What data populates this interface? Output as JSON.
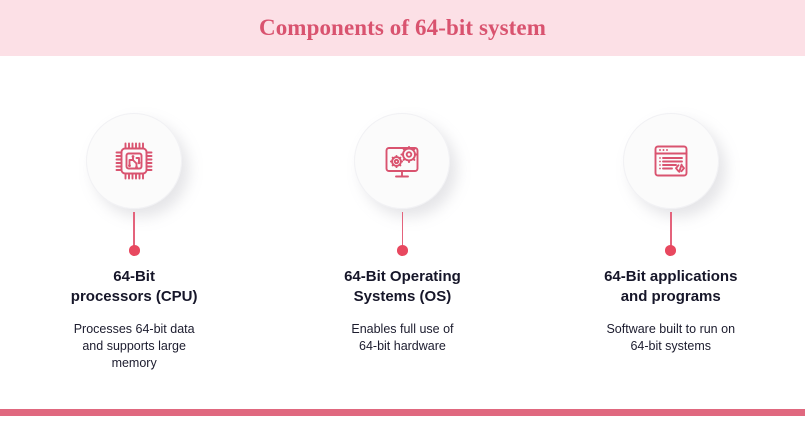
{
  "header": {
    "title": "Components of 64-bit system",
    "band_color": "#fce0e6",
    "title_color": "#d9536f"
  },
  "theme": {
    "accent": "#e8485f",
    "connector_line": "#e4637c",
    "icon_stroke": "#d9536f",
    "text_color": "#161629",
    "badge_background": "#fbfbfb",
    "page_background": "#ffffff",
    "bottom_bar": "#e0687f"
  },
  "components": [
    {
      "icon": "cpu-chip-icon",
      "title": "64-Bit\nprocessors (CPU)",
      "title_line1": "64-Bit",
      "title_line2": "processors (CPU)",
      "description": "Processes 64-bit data and supports large memory",
      "desc_line1": "Processes 64-bit data",
      "desc_line2": "and supports large",
      "desc_line3": "memory"
    },
    {
      "icon": "monitor-gears-icon",
      "title": "64-Bit Operating\nSystems (OS)",
      "title_line1": "64-Bit Operating",
      "title_line2": "Systems (OS)",
      "description": "Enables full use of 64-bit hardware",
      "desc_line1": "Enables full use of",
      "desc_line2": "64-bit hardware",
      "desc_line3": ""
    },
    {
      "icon": "code-window-icon",
      "title": "64-Bit applications\nand programs",
      "title_line1": "64-Bit applications",
      "title_line2": "and programs",
      "description": "Software built to run on 64-bit systems",
      "desc_line1": "Software built to run on",
      "desc_line2": "64-bit systems",
      "desc_line3": ""
    }
  ]
}
